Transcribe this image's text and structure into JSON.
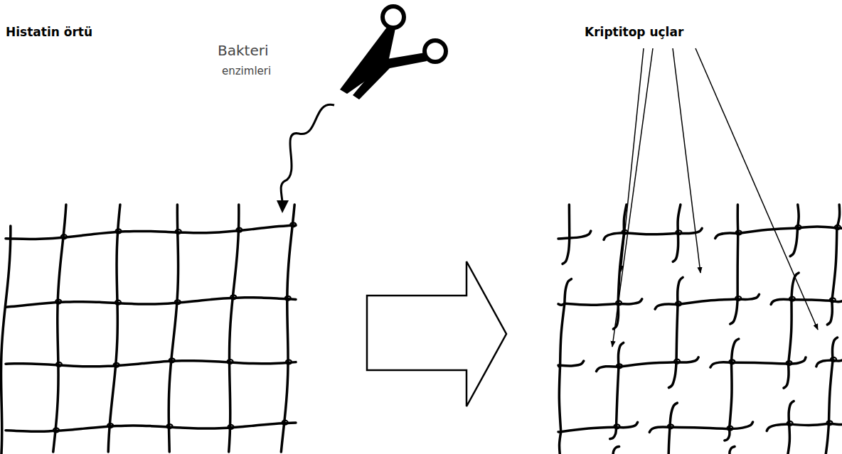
{
  "diagram": {
    "labels": [
      "Histatin örtü",
      "Bakteri",
      "enzimleri",
      "Kriptitop uçlar"
    ]
  }
}
